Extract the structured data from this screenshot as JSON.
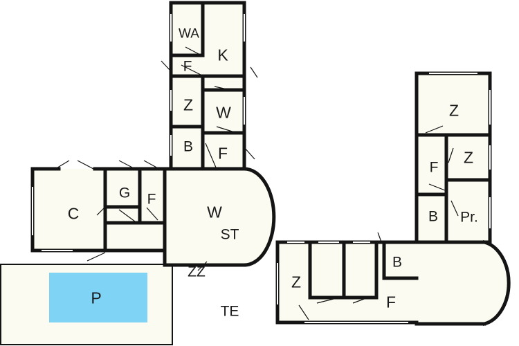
{
  "colors": {
    "wall": "#141414",
    "floor": "#fbfbf1",
    "pool_water": "#7fd3f5",
    "background": "#ffffff"
  },
  "labels": {
    "wa": "WA",
    "k": "K",
    "f_north": "F",
    "z_north": "Z",
    "w_north": "W",
    "b_north": "B",
    "f_north_lower": "F",
    "g": "G",
    "f_west": "F",
    "c": "C",
    "w_round": "W",
    "st": "ST",
    "zz": "ZZ",
    "p": "P",
    "te": "TE",
    "z_east_top": "Z",
    "f_east": "F",
    "z_east_small": "Z",
    "b_east": "B",
    "pr": "Pr.",
    "b_east_lower": "B",
    "z_east_bottom": "Z",
    "f_east_bottom": "F"
  }
}
